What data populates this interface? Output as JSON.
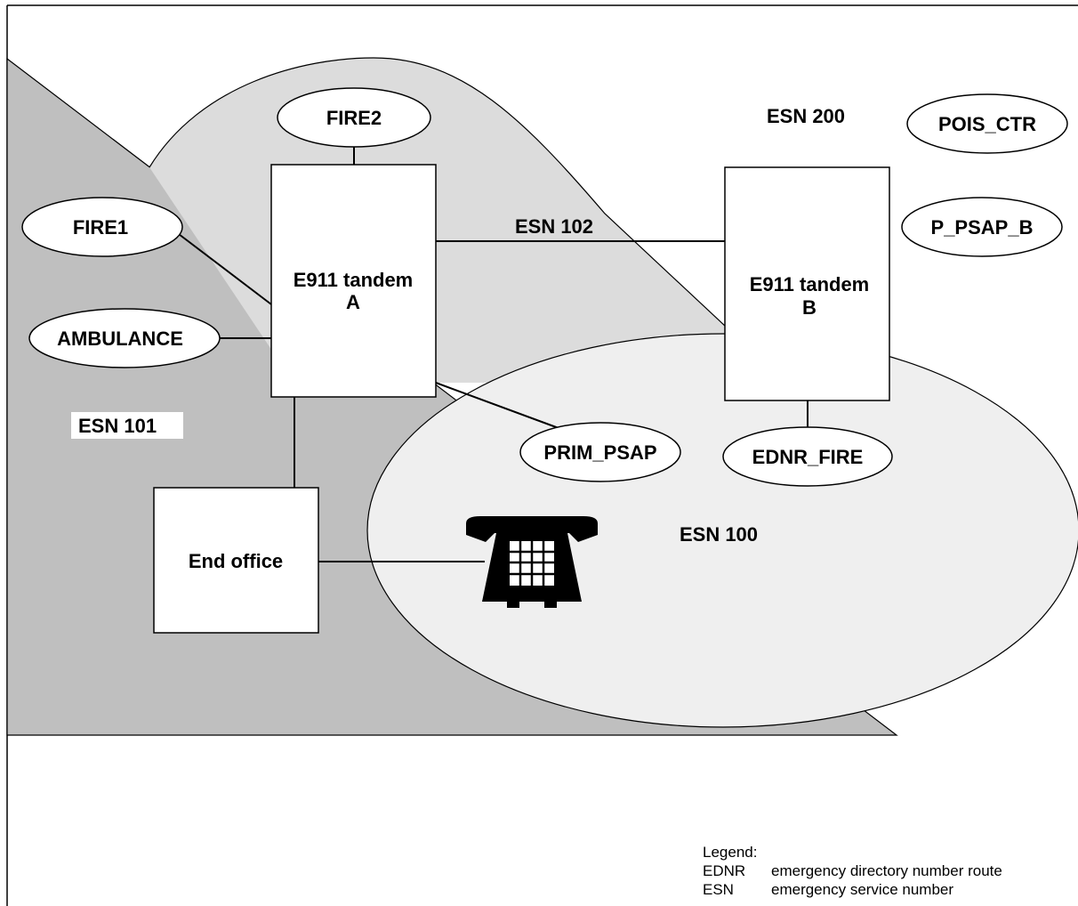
{
  "colors": {
    "region_esn101": "#bfbfbf",
    "region_esn200": "#dcdcdc",
    "region_esn100": "#efefef",
    "box_fill": "#ffffff",
    "line": "#000000"
  },
  "regions": {
    "esn101": "ESN 101",
    "esn200": "ESN 200",
    "esn100": "ESN 100",
    "esn102": "ESN 102"
  },
  "nodes": {
    "tandem_a": {
      "line1": "E911 tandem",
      "line2": "A"
    },
    "tandem_b": {
      "line1": "E911 tandem",
      "line2": "B"
    },
    "end_office": "End office"
  },
  "agencies": {
    "fire2": "FIRE2",
    "fire1": "FIRE1",
    "ambulance": "AMBULANCE",
    "prim_psap": "PRIM_PSAP",
    "pois_ctr": "POIS_CTR",
    "p_psap_b": "P_PSAP_B",
    "ednr_fire": "EDNR_FIRE"
  },
  "telephone_icon": "telephone-icon",
  "legend": {
    "title": "Legend:",
    "entries": [
      {
        "abbr": "EDNR",
        "meaning": "emergency directory number route"
      },
      {
        "abbr": "ESN",
        "meaning": "emergency service number"
      }
    ]
  }
}
